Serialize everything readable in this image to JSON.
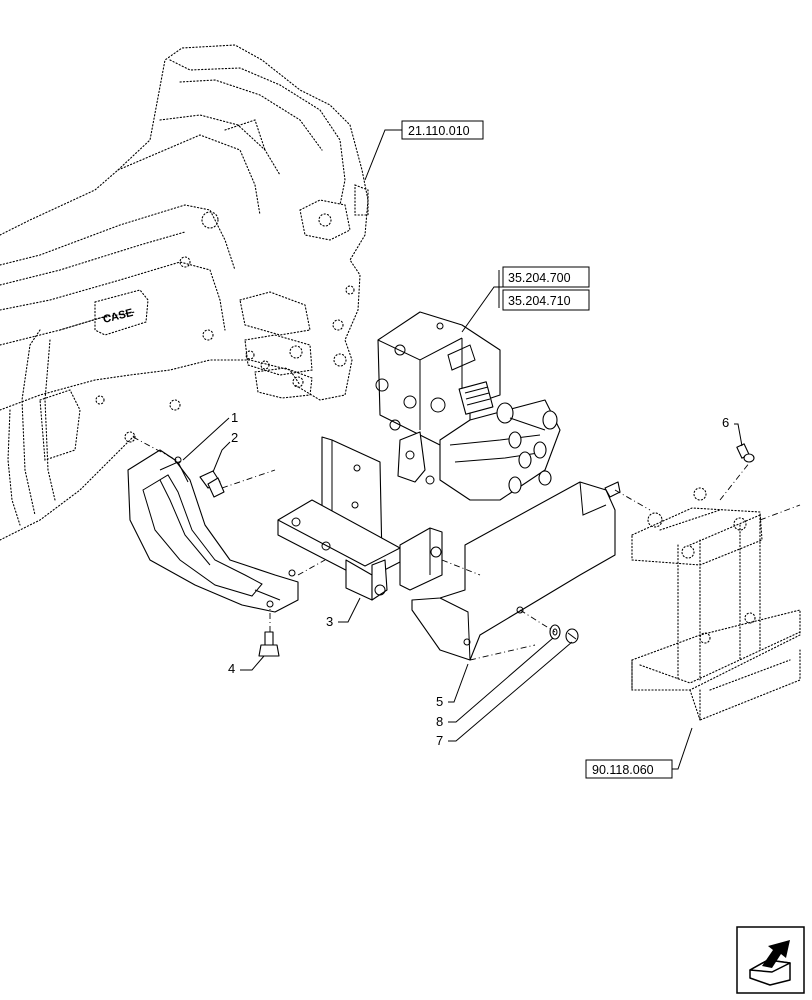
{
  "references": {
    "transmission": "21.110.010",
    "valve_a": "35.204.700",
    "valve_b": "35.204.710",
    "ballast": "90.118.060"
  },
  "callouts": {
    "c1": "1",
    "c2": "2",
    "c3": "3",
    "c4": "4",
    "c5": "5",
    "c6": "6",
    "c7": "7",
    "c8": "8"
  },
  "transmission_logo": "CASE",
  "icons": {
    "nav": "next-page-arrow-icon"
  }
}
